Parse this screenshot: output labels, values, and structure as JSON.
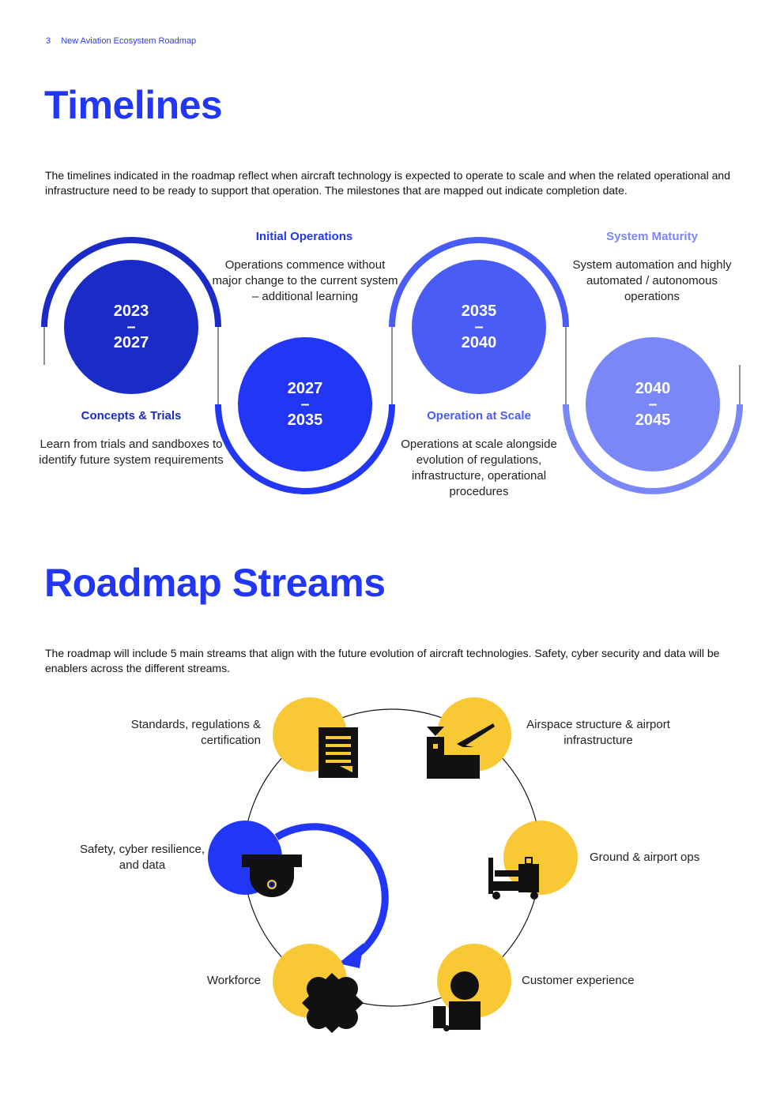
{
  "header": {
    "page_number": "3",
    "doc_title": "New Aviation Ecosystem Roadmap"
  },
  "timelines": {
    "title": "Timelines",
    "intro": "The timelines indicated in the roadmap reflect when aircraft technology is expected to operate to scale and when the related operational and infrastructure need to be ready to support that operation. The milestones that are mapped out indicate completion date.",
    "phases": [
      {
        "start": "2023",
        "dash": "–",
        "end": "2027",
        "title": "Concepts & Trials",
        "description": "Learn from trials and sandboxes to identify future system requirements",
        "color": "#1a2bc7"
      },
      {
        "start": "2027",
        "dash": "–",
        "end": "2035",
        "title": "Initial Operations",
        "description": "Operations commence without major change to the current system – additional learning",
        "color": "#2237f5"
      },
      {
        "start": "2035",
        "dash": "–",
        "end": "2040",
        "title": "Operation at Scale",
        "description": "Operations at scale alongside evolution of regulations, infrastructure, operational procedures",
        "color": "#4a5cf6"
      },
      {
        "start": "2040",
        "dash": "–",
        "end": "2045",
        "title": "System Maturity",
        "description": "System automation and highly automated / autonomous operations",
        "color": "#7a87f8"
      }
    ]
  },
  "streams": {
    "title": "Roadmap Streams",
    "intro": "The roadmap will include 5 main streams that align with the future evolution of aircraft technologies. Safety, cyber security and data will be enablers across the different streams.",
    "items": [
      {
        "label": "Standards, regulations & certification",
        "icon": "document-icon"
      },
      {
        "label": "Airspace structure & airport infrastructure",
        "icon": "airport-icon"
      },
      {
        "label": "Ground & airport ops",
        "icon": "baggage-cart-icon"
      },
      {
        "label": "Customer experience",
        "icon": "passenger-icon"
      },
      {
        "label": "Workforce",
        "icon": "team-icon"
      },
      {
        "label": "Safety, cyber resilience, and data",
        "icon": "camera-icon"
      }
    ],
    "colors": {
      "yellow": "#f9c935",
      "blue": "#2237f5"
    }
  }
}
